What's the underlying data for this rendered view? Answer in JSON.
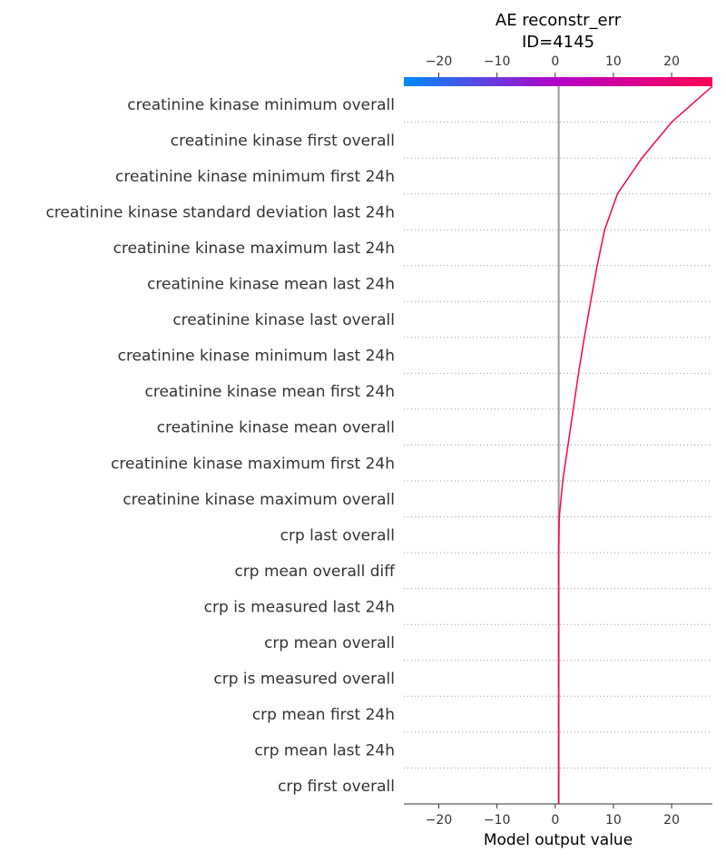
{
  "chart_data": {
    "type": "line",
    "chart_kind": "shap-decision-plot",
    "title": "AE reconstr_err",
    "subtitle": "ID=4145",
    "xlabel": "Model output value",
    "xlim": [
      -26,
      27
    ],
    "xticks": [
      -20,
      -10,
      0,
      10,
      20
    ],
    "tick_labels": [
      "−20",
      "−10",
      "0",
      "10",
      "20"
    ],
    "base_value": 0.6,
    "grid": "dotted horizontal per feature",
    "colorbar": {
      "from": "#008bfb",
      "mid": "#b400c8",
      "to": "#ff0051"
    },
    "line_color": "#ff0051",
    "features": [
      "creatinine kinase  minimum  overall",
      "creatinine kinase  first  overall",
      "creatinine kinase  minimum  first 24h",
      "creatinine kinase  standard deviation  last 24h",
      "creatinine kinase  maximum  last 24h",
      "creatinine kinase  mean  last 24h",
      "creatinine kinase  last  overall",
      "creatinine kinase  minimum  last 24h",
      "creatinine kinase  mean  first 24h",
      "creatinine kinase  mean  overall",
      "creatinine kinase  maximum  first 24h",
      "creatinine kinase  maximum  overall",
      "crp  last  overall",
      "crp  mean  overall  diff",
      "crp  is measured  last 24h",
      "crp  mean  overall",
      "crp  is measured  overall",
      "crp  mean  first 24h",
      "crp  mean  last 24h",
      "crp  first  overall"
    ],
    "cumulative_output": [
      27.0,
      20.0,
      14.9,
      10.7,
      8.5,
      7.2,
      6.1,
      5.0,
      4.0,
      3.1,
      2.2,
      1.3,
      0.7,
      0.6,
      0.6,
      0.6,
      0.6,
      0.6,
      0.6,
      0.6,
      0.6
    ],
    "final_value": 27.0
  }
}
